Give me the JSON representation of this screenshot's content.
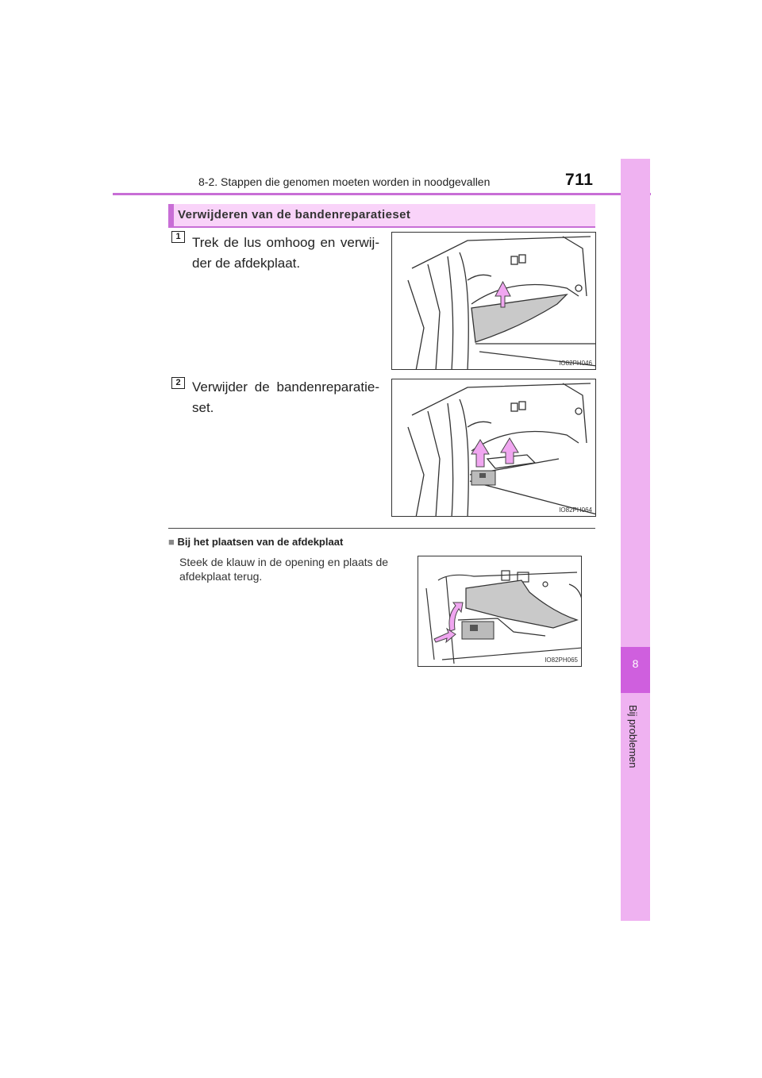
{
  "header": {
    "section": "8-2. Stappen die genomen moeten worden in noodgevallen",
    "page_number": "711"
  },
  "side_tab": {
    "chapter_number": "8",
    "chapter_label": "Bij problemen"
  },
  "section_title": "Verwijderen van de bandenreparatieset",
  "steps": [
    {
      "number": "1",
      "text": "Trek de lus omhoog en verwij­der de afdekplaat.",
      "figure_code": "IO82PH046"
    },
    {
      "number": "2",
      "text": "Verwijder de bandenreparatie­set.",
      "figure_code": "IO82PH064"
    }
  ],
  "note": {
    "marker": "■",
    "heading": "Bij het plaatsen van de afdekplaat",
    "body": "Steek de klauw in de opening en plaats de afdekplaat terug.",
    "figure_code": "IO82PH065"
  },
  "colors": {
    "accent": "#c86ed6",
    "tab_light": "#efb2f1",
    "tab_dark": "#cf5fde",
    "section_bg": "#f9d3f9",
    "arrow_fill": "#f0a6f0"
  }
}
